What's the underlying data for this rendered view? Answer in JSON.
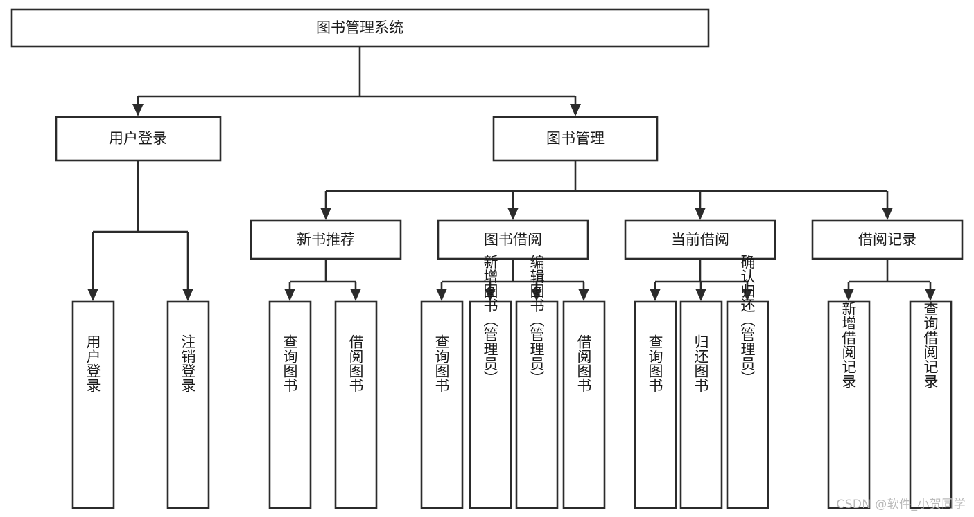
{
  "diagram": {
    "title": "图书管理系统",
    "type": "tree-hierarchy-diagram",
    "watermark": "CSDN @软件_小贺同学",
    "colors": {
      "stroke": "#2b2b2b",
      "fill": "#ffffff",
      "text": "#1a1a1a",
      "watermark": "#b9b9b9",
      "background": "#ffffff"
    },
    "levels": [
      {
        "level": 1,
        "nodes": [
          {
            "id": "root",
            "label": "图书管理系统",
            "orientation": "horizontal"
          }
        ]
      },
      {
        "level": 2,
        "nodes": [
          {
            "id": "user-login",
            "label": "用户登录",
            "orientation": "horizontal",
            "parent": "root"
          },
          {
            "id": "book-manage",
            "label": "图书管理",
            "orientation": "horizontal",
            "parent": "root"
          }
        ]
      },
      {
        "level": 3,
        "nodes": [
          {
            "id": "new-book-recommend",
            "label": "新书推荐",
            "orientation": "horizontal",
            "parent": "book-manage"
          },
          {
            "id": "book-borrow",
            "label": "图书借阅",
            "orientation": "horizontal",
            "parent": "book-manage"
          },
          {
            "id": "current-borrow",
            "label": "当前借阅",
            "orientation": "horizontal",
            "parent": "book-manage"
          },
          {
            "id": "borrow-record",
            "label": "借阅记录",
            "orientation": "horizontal",
            "parent": "book-manage"
          }
        ]
      },
      {
        "level": 4,
        "nodes": [
          {
            "id": "leaf-user-login",
            "label": "用户登录",
            "orientation": "vertical",
            "parent": "user-login"
          },
          {
            "id": "leaf-logout-login",
            "label": "注销登录",
            "orientation": "vertical",
            "parent": "user-login"
          },
          {
            "id": "leaf-query-book-1",
            "label": "查询图书",
            "orientation": "vertical",
            "parent": "new-book-recommend"
          },
          {
            "id": "leaf-borrow-book-1",
            "label": "借阅图书",
            "orientation": "vertical",
            "parent": "new-book-recommend"
          },
          {
            "id": "leaf-query-book-2",
            "label": "查询图书",
            "orientation": "vertical",
            "parent": "book-borrow"
          },
          {
            "id": "leaf-add-book",
            "label": "新增图书（管理员）",
            "orientation": "vertical",
            "parent": "book-borrow"
          },
          {
            "id": "leaf-edit-book",
            "label": "编辑图书（管理员）",
            "orientation": "vertical",
            "parent": "book-borrow"
          },
          {
            "id": "leaf-borrow-book-2",
            "label": "借阅图书",
            "orientation": "vertical",
            "parent": "book-borrow"
          },
          {
            "id": "leaf-query-book-3",
            "label": "查询图书",
            "orientation": "vertical",
            "parent": "current-borrow"
          },
          {
            "id": "leaf-return-book",
            "label": "归还图书",
            "orientation": "vertical",
            "parent": "current-borrow"
          },
          {
            "id": "leaf-confirm-return",
            "label": "确认归还（管理员）",
            "orientation": "vertical",
            "parent": "current-borrow"
          },
          {
            "id": "leaf-add-record",
            "label": "新增借阅记录",
            "orientation": "vertical",
            "parent": "borrow-record"
          },
          {
            "id": "leaf-query-record",
            "label": "查询借阅记录",
            "orientation": "vertical",
            "parent": "borrow-record"
          }
        ]
      }
    ]
  }
}
